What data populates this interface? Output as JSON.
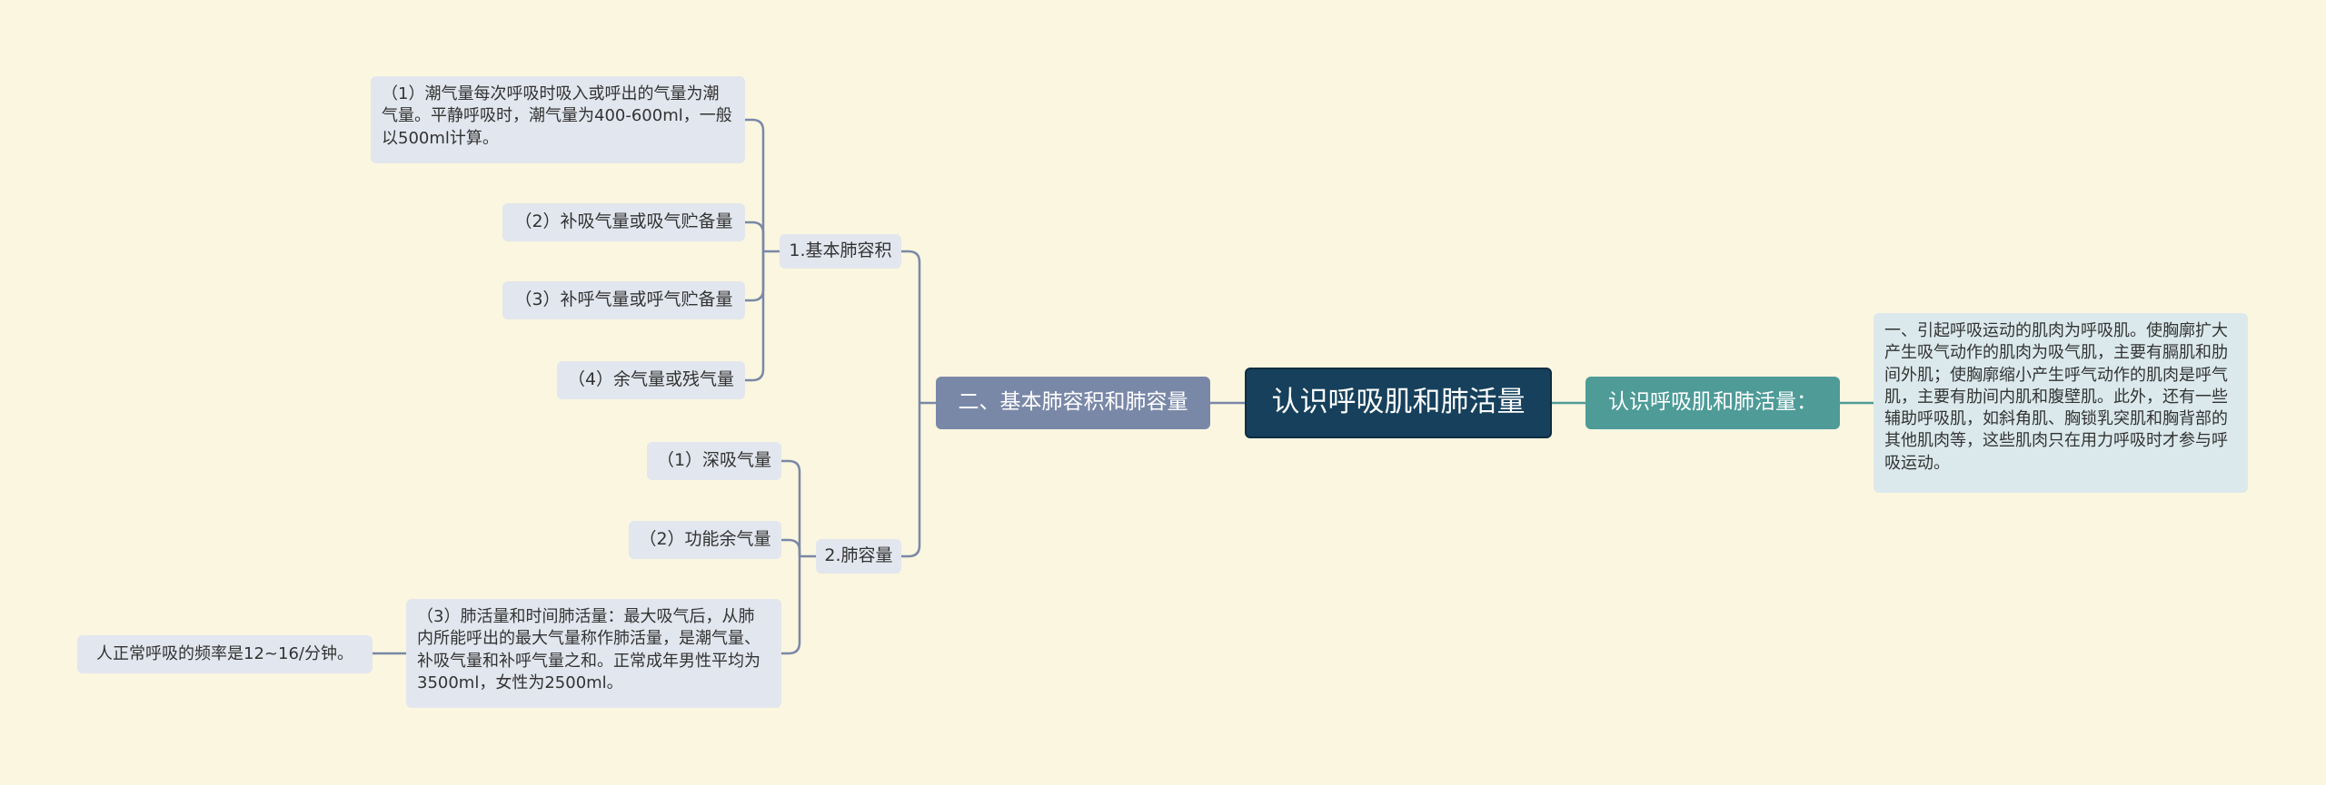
{
  "colors": {
    "background": "#fbf6df",
    "line": "#7a88a8",
    "line_right": "#4e9b98",
    "center": "#16405c",
    "branch_left": "#7a88a8",
    "branch_right": "#4e9b98",
    "leaf": "#e2e6ee"
  },
  "center": {
    "label": "认识呼吸肌和肺活量"
  },
  "right_branch": {
    "label": "认识呼吸肌和肺活量：",
    "leaf": "一、引起呼吸运动的肌肉为呼吸肌。使胸廓扩大产生吸气动作的肌肉为吸气肌，主要有膈肌和肋间外肌；使胸廓缩小产生呼气动作的肌肉是呼气肌，主要有肋间内肌和腹壁肌。此外，还有一些辅助呼吸肌，如斜角肌、胸锁乳突肌和胸背部的其他肌肉等，这些肌肉只在用力呼吸时才参与呼吸运动。"
  },
  "left_branch": {
    "label": "二、基本肺容积和肺容量",
    "sub1": {
      "label": "1.基本肺容积",
      "leaves": [
        "（1）潮气量每次呼吸时吸入或呼出的气量为潮气量。平静呼吸时，潮气量为400-600ml，一般以500ml计算。",
        "（2）补吸气量或吸气贮备量",
        "（3）补呼气量或呼气贮备量",
        "（4）余气量或残气量"
      ]
    },
    "sub2": {
      "label": "2.肺容量",
      "leaves": [
        "（1）深吸气量",
        "（2）功能余气量",
        "（3）肺活量和时间肺活量：最大吸气后，从肺内所能呼出的最大气量称作肺活量，是潮气量、补吸气量和补呼气量之和。正常成年男性平均为3500ml，女性为2500ml。"
      ],
      "note": "人正常呼吸的频率是12~16/分钟。"
    }
  }
}
